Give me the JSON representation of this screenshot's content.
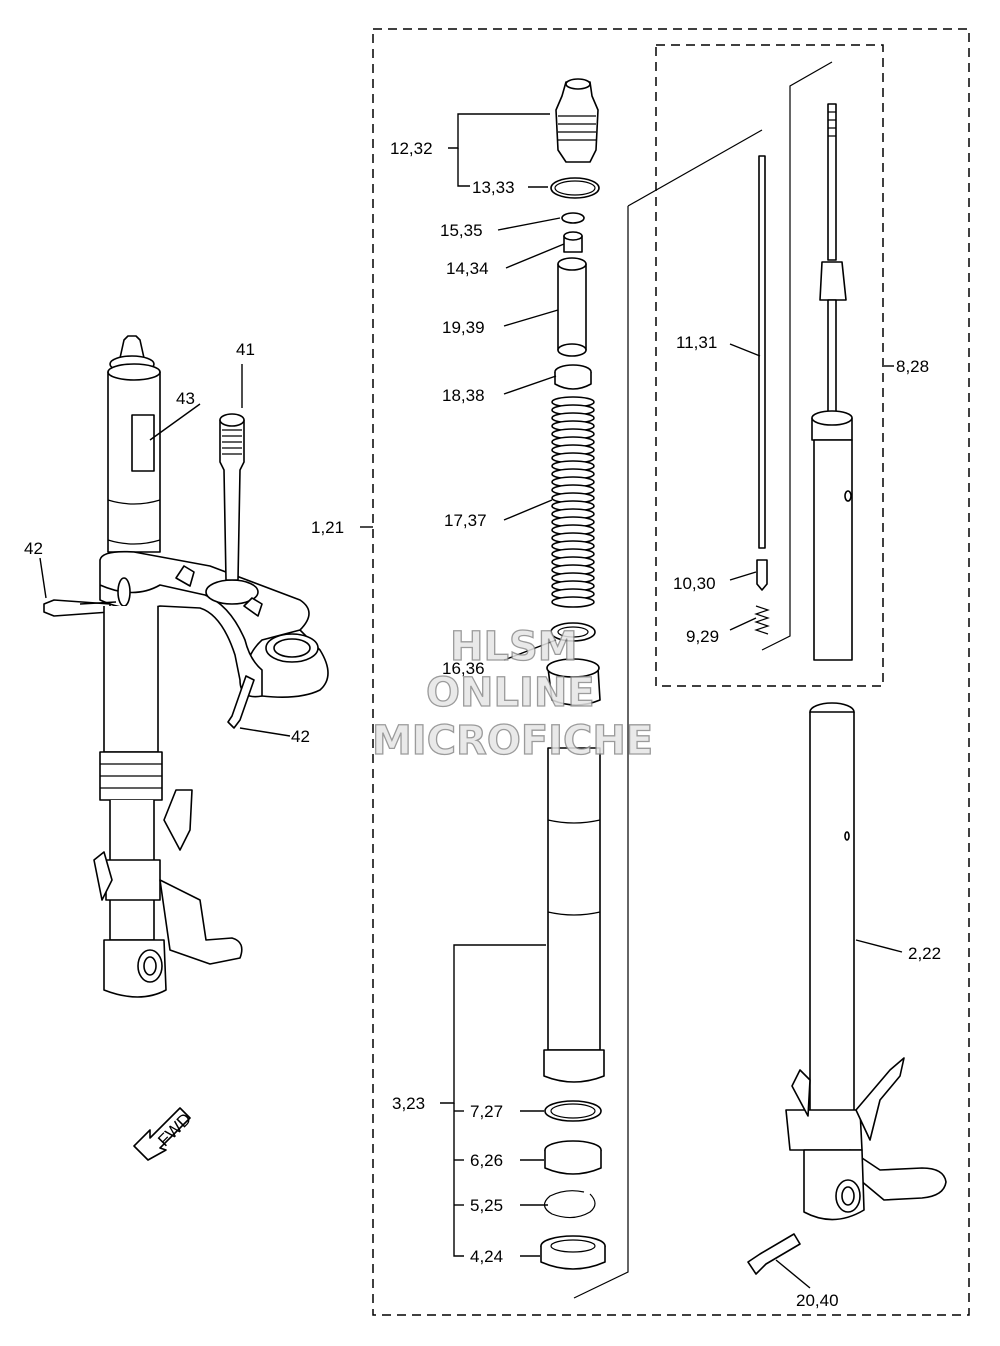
{
  "watermark": {
    "line1": "HLSM",
    "line2": "ONLINE",
    "line3": "MICROFICHE"
  },
  "arrow_label": "FWD",
  "callouts": {
    "p41": "41",
    "p43": "43",
    "p42a": "42",
    "p42b": "42",
    "p1_21": "1,21",
    "p12_32": "12,32",
    "p13_33": "13,33",
    "p15_35": "15,35",
    "p14_34": "14,34",
    "p19_39": "19,39",
    "p18_38": "18,38",
    "p17_37": "17,37",
    "p16_36": "16,36",
    "p3_23": "3,23",
    "p7_27": "7,27",
    "p6_26": "6,26",
    "p5_25": "5,25",
    "p4_24": "4,24",
    "p11_31": "11,31",
    "p8_28": "8,28",
    "p10_30": "10,30",
    "p9_29": "9,29",
    "p2_22": "2,22",
    "p20_40": "20,40"
  }
}
